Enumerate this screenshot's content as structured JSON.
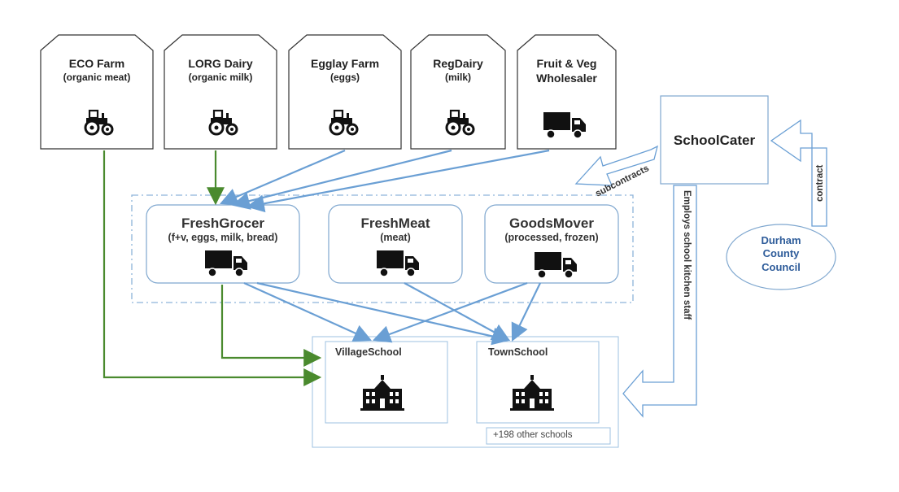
{
  "farms": [
    {
      "name": "ECO Farm",
      "detail": "(organic meat)",
      "icon": "tractor-icon"
    },
    {
      "name": "LORG Dairy",
      "detail": "(organic milk)",
      "icon": "tractor-icon"
    },
    {
      "name": "Egglay Farm",
      "detail": "(eggs)",
      "icon": "tractor-icon"
    },
    {
      "name": "RegDairy",
      "detail": "(milk)",
      "icon": "tractor-icon"
    },
    {
      "name": "Fruit & Veg",
      "detail": "Wholesaler",
      "icon": "truck-icon"
    }
  ],
  "distributors": [
    {
      "name": "FreshGrocer",
      "detail": "(f+v, eggs, milk, bread)",
      "icon": "truck-icon"
    },
    {
      "name": "FreshMeat",
      "detail": "(meat)",
      "icon": "truck-icon"
    },
    {
      "name": "GoodsMover",
      "detail": "(processed, frozen)",
      "icon": "truck-icon"
    }
  ],
  "caterer": {
    "name": "SchoolCater"
  },
  "council": {
    "line1": "Durham",
    "line2": "County",
    "line3": "Council"
  },
  "schools": [
    {
      "name": "VillageSchool",
      "icon": "school-building-icon"
    },
    {
      "name": "TownSchool",
      "icon": "school-building-icon"
    }
  ],
  "other_schools": "+198 other schools",
  "relations": {
    "subcontracts": "subcontracts",
    "contract": "contract",
    "employs": "Employs school kitchen staff"
  },
  "colors": {
    "green_flow": "#4a8a2e",
    "blue_flow": "#6a9fd4",
    "box_border": "#7fa7cf",
    "dashed_group": "#8db3d9"
  }
}
